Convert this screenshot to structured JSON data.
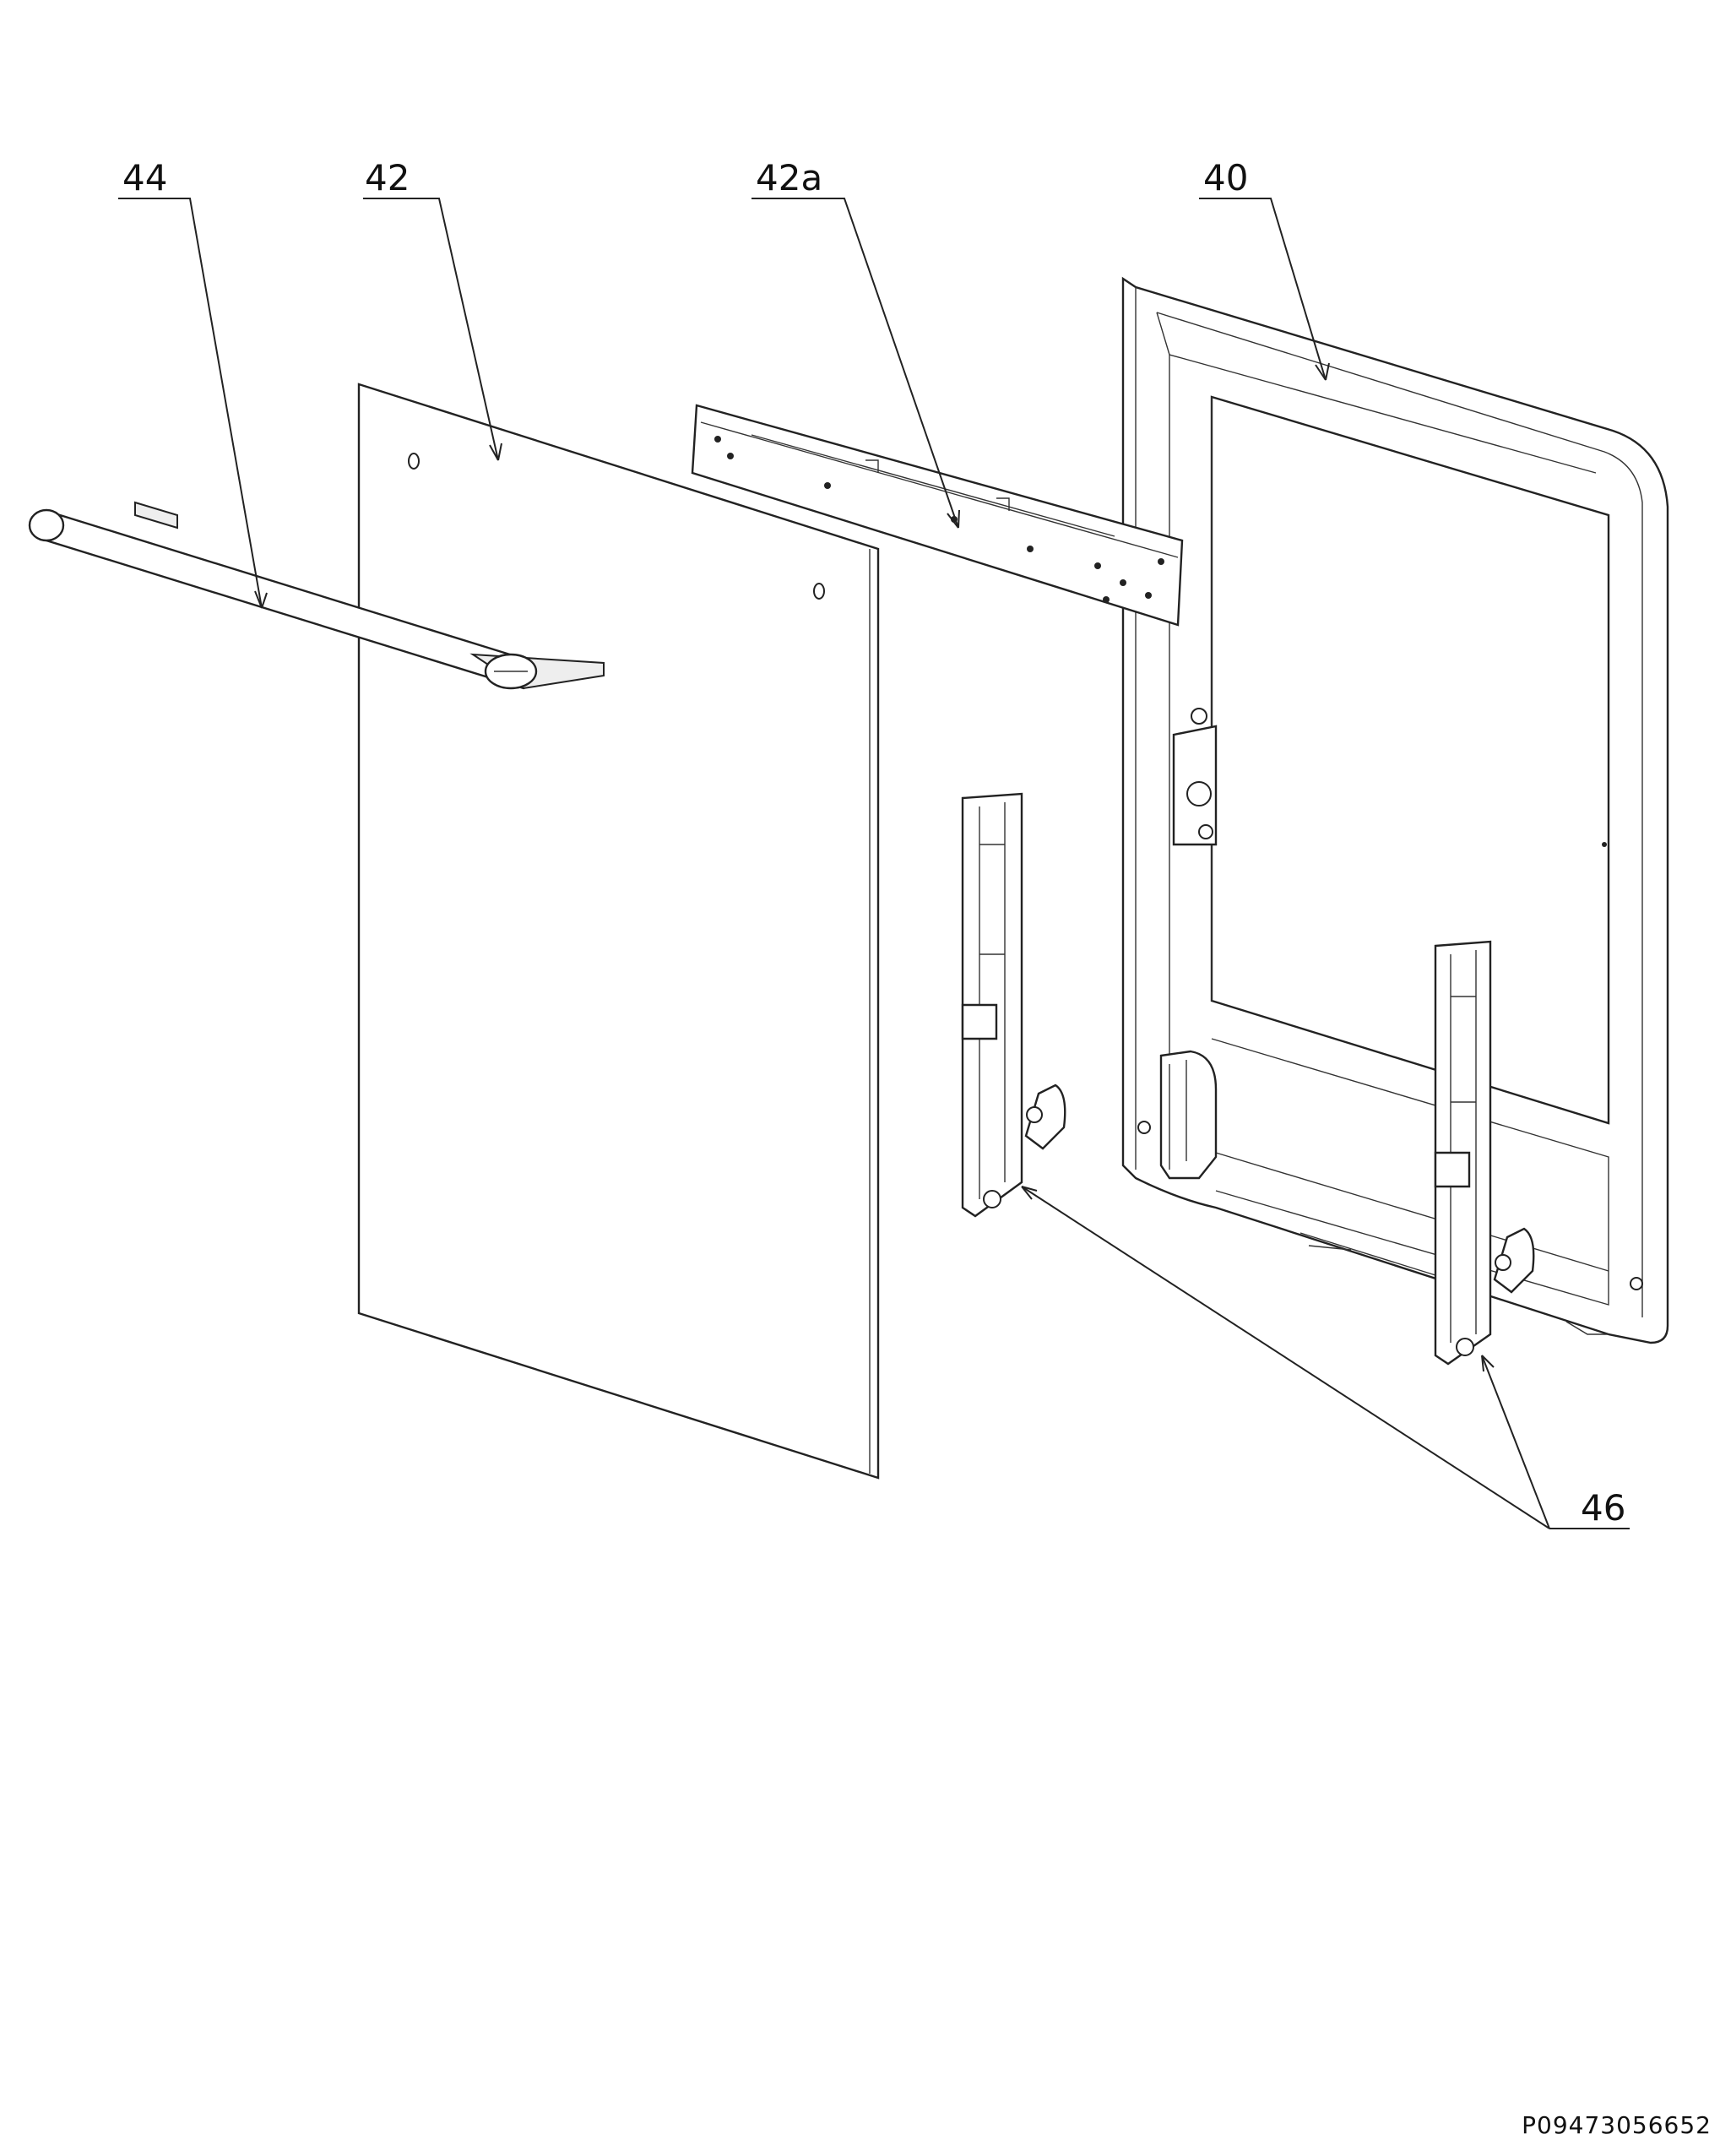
{
  "labels": {
    "handle": "44",
    "outer_glass": "42",
    "bracket": "42a",
    "door_frame": "40",
    "hinges": "46"
  },
  "document_number": "P09473056652"
}
